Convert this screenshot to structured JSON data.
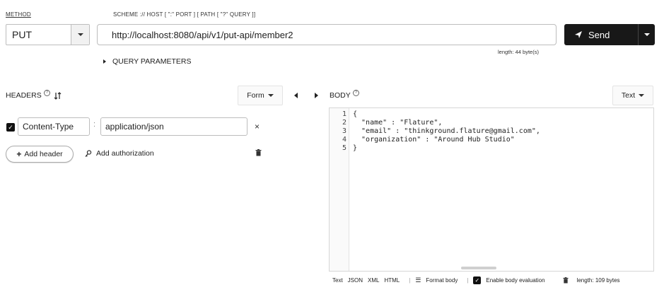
{
  "request": {
    "method_label": "METHOD",
    "method": "PUT",
    "scheme_hint": "SCHEME :// HOST [ \":\" PORT ] [ PATH [ \"?\" QUERY ]]",
    "url": "http://localhost:8080/api/v1/put-api/member2",
    "length_text": "length: 44 byte(s)",
    "send_label": "Send",
    "query_parameters_label": "QUERY PARAMETERS"
  },
  "headers": {
    "title": "HEADERS",
    "help_glyph": "?",
    "mode_label": "Form",
    "items": [
      {
        "enabled": true,
        "name": "Content-Type",
        "separator": ":",
        "value": "application/json",
        "remove_glyph": "×"
      }
    ],
    "add_header_label": "Add header",
    "add_authorization_label": "Add authorization"
  },
  "body": {
    "title": "BODY",
    "help_glyph": "?",
    "mode_label": "Text",
    "line_numbers": [
      "1",
      "2",
      "3",
      "4",
      "5"
    ],
    "lines": [
      "{",
      "  \"name\" : \"Flature\",",
      "  \"email\" : \"thinkground.flature@gmail.com\",",
      "  \"organization\" : \"Around Hub Studio\"",
      "}"
    ],
    "footer": {
      "formats": [
        "Text",
        "JSON",
        "XML",
        "HTML"
      ],
      "format_body_label": "Format body",
      "enable_eval_label": "Enable body evaluation",
      "length_text": "length: 109 bytes"
    }
  },
  "icons": {
    "send": "paper-plane-icon",
    "help": "help-circle-icon",
    "sort": "sort-icon",
    "key": "key-icon",
    "trash": "trash-icon",
    "format": "format-icon"
  }
}
